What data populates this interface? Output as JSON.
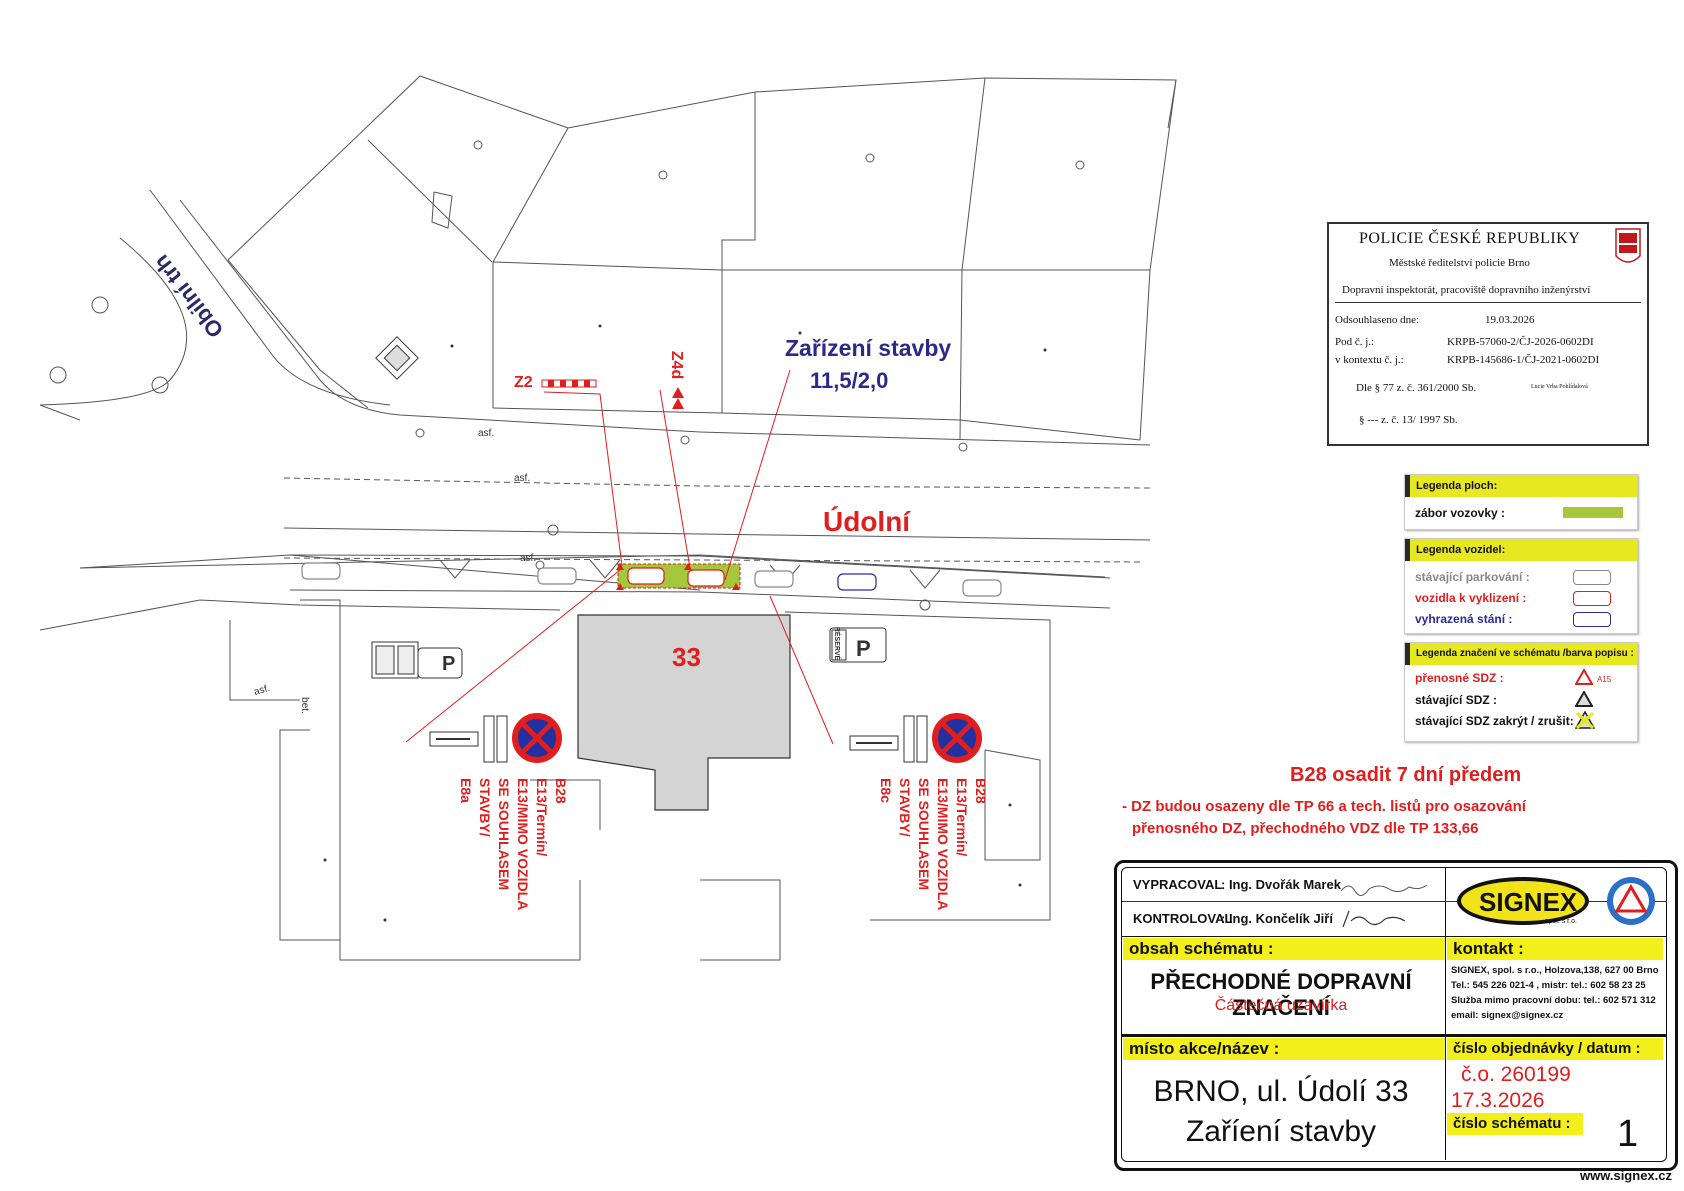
{
  "street_labels": {
    "main": "Údolní",
    "side": "Obilní trh"
  },
  "building_number": "33",
  "site_label": {
    "title": "Zařízení stavby",
    "dims": "11,5/2,0"
  },
  "sign_labels": {
    "z2": "Z2",
    "z4d": "Z4d"
  },
  "sign_codes_left": [
    "B28",
    "E13/Termín/",
    "E13/MIMO VOZIDLA",
    "SE SOUHLASEM",
    "STAVBY/",
    "E8a"
  ],
  "sign_codes_right": [
    "B28",
    "E13/Termín/",
    "E13/MIMO VOZIDLA",
    "SE SOUHLASEM",
    "STAVBY/",
    "E8c"
  ],
  "road_marks": [
    "asf.",
    "asf.",
    "asf.",
    "asf.",
    "bet."
  ],
  "reserve_text": "RÉSERVÉ",
  "police": {
    "title": "POLICIE ČESKÉ REPUBLIKY",
    "office": "Městské ředitelství policie Brno",
    "department": "Dopravní inspektorát, pracoviště dopravního inženýrství",
    "approved_label": "Odsouhlaseno dne:",
    "approved_date": "19.03.2026",
    "ref_label": "Pod č. j.:",
    "ref_value": "KRPB-57060-2/ČJ-2026-0602DI",
    "context_label": "v kontextu č. j.:",
    "context_value": "KRPB-145686-1/ČJ-2021-0602DI",
    "law1": "Dle § 77 z. č. 361/2000 Sb.",
    "signer": "Lucie Vrba Pohlídalová",
    "law2": "§ --- z. č. 13/ 1997 Sb."
  },
  "legend_areas": {
    "title": "Legenda ploch:",
    "item": "zábor vozovky :",
    "color": "#a4c73c"
  },
  "legend_vehicles": {
    "title": "Legenda vozidel:",
    "items": [
      {
        "label": "stávající parkování :",
        "color": "#888888"
      },
      {
        "label": "vozidla k vyklizení :",
        "color": "#e01e1e"
      },
      {
        "label": "vyhrazená stání :",
        "color": "#2a2a9a"
      }
    ]
  },
  "legend_signs": {
    "title": "Legenda značení ve schématu /barva popisu :",
    "items": [
      {
        "label": "přenosné SDZ :",
        "code": "A15",
        "color": "#e01e1e"
      },
      {
        "label": "stávající SDZ :",
        "color": "#111111"
      },
      {
        "label": "stávající SDZ zakrýt / zrušit:",
        "color": "#111111"
      }
    ]
  },
  "notes": {
    "headline": "B28 osadit 7 dní předem",
    "line1": "- DZ budou osazeny dle TP 66 a tech. listů pro osazování",
    "line2": "přenosného DZ, přechodného VDZ dle TP 133,66"
  },
  "title_block": {
    "prepared_label": "VYPRACOVAL",
    "prepared_name": ": Ing. Dvořák Marek",
    "checked_label": "KONTROLOVAL",
    "checked_name": ": Ing. Končelík Jiří",
    "logo": "SIGNEX",
    "logo_sub": "spol. s r.o.",
    "content_label": "obsah schématu :",
    "content_title": "PŘECHODNÉ DOPRAVNÍ ZNAČENÍ",
    "content_sub": "Částečná uzavírka",
    "contact_label": "kontakt :",
    "contact_lines": [
      "SIGNEX, spol. s r.o., Holzova,138, 627 00 Brno",
      "Tel.: 545 226 021-4 , mistr: tel.: 602 58 23 25",
      "Služba mimo pracovní dobu: tel.: 602 571 312",
      "email: signex@signex.cz"
    ],
    "place_label": "místo akce/název :",
    "place_line1": "BRNO, ul. Údolí 33",
    "place_line2": "Zaříení stavby",
    "order_label": "číslo objednávky / datum :",
    "order_no": "č.o. 260199",
    "order_date": "17.3.2026",
    "scheme_label": "číslo schématu :",
    "scheme_no": "1"
  },
  "footer_url": "www.signex.cz"
}
